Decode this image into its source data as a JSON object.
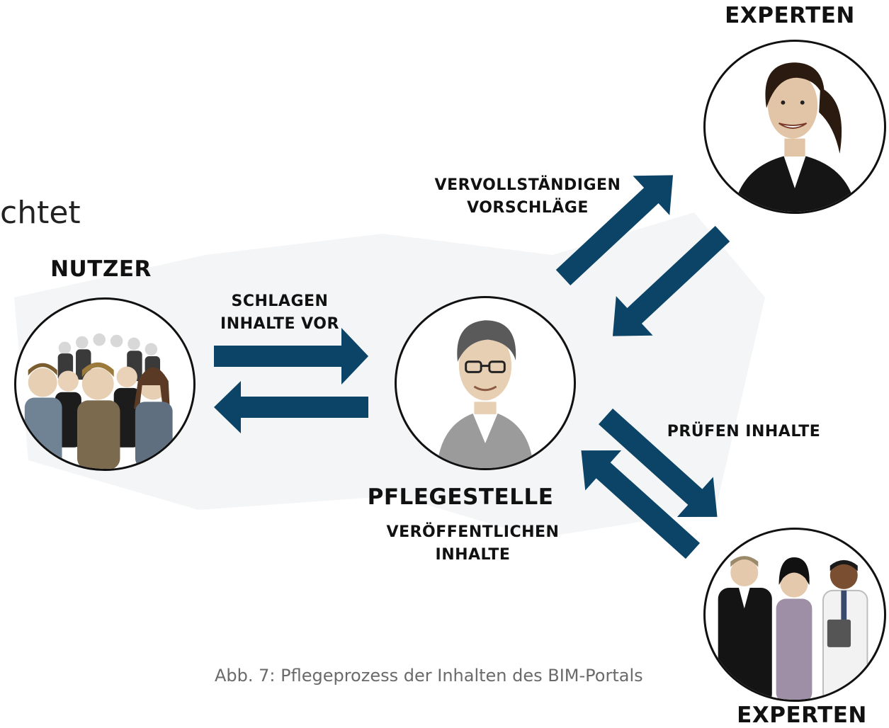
{
  "fragment_text": "chtet",
  "caption": "Abb. 7: Pflegeprozess der Inhalten des BIM-Portals",
  "nodes": {
    "nutzer": {
      "title": "NUTZER",
      "icon": "crowd-of-users-icon"
    },
    "pflegestelle": {
      "title": "PFLEGESTELLE",
      "icon": "maintainer-person-icon"
    },
    "experten_top": {
      "title": "EXPERTEN",
      "icon": "female-expert-icon"
    },
    "experten_bottom": {
      "title": "EXPERTEN",
      "icon": "expert-group-icon"
    }
  },
  "edges": {
    "schlagen": {
      "line1": "SCHLAGEN",
      "line2": "INHALTE VOR"
    },
    "vervollstaendigen": {
      "line1": "VERVOLLSTÄNDIGEN",
      "line2": "VORSCHLÄGE"
    },
    "pruefen": {
      "line1": "PRÜFEN INHALTE"
    },
    "veroeffentlichen": {
      "line1": "VERÖFFENTLICHEN",
      "line2": "INHALTE"
    }
  },
  "colors": {
    "arrow": "#0b4466",
    "outline": "#111111",
    "caption": "#6a6a6a"
  }
}
